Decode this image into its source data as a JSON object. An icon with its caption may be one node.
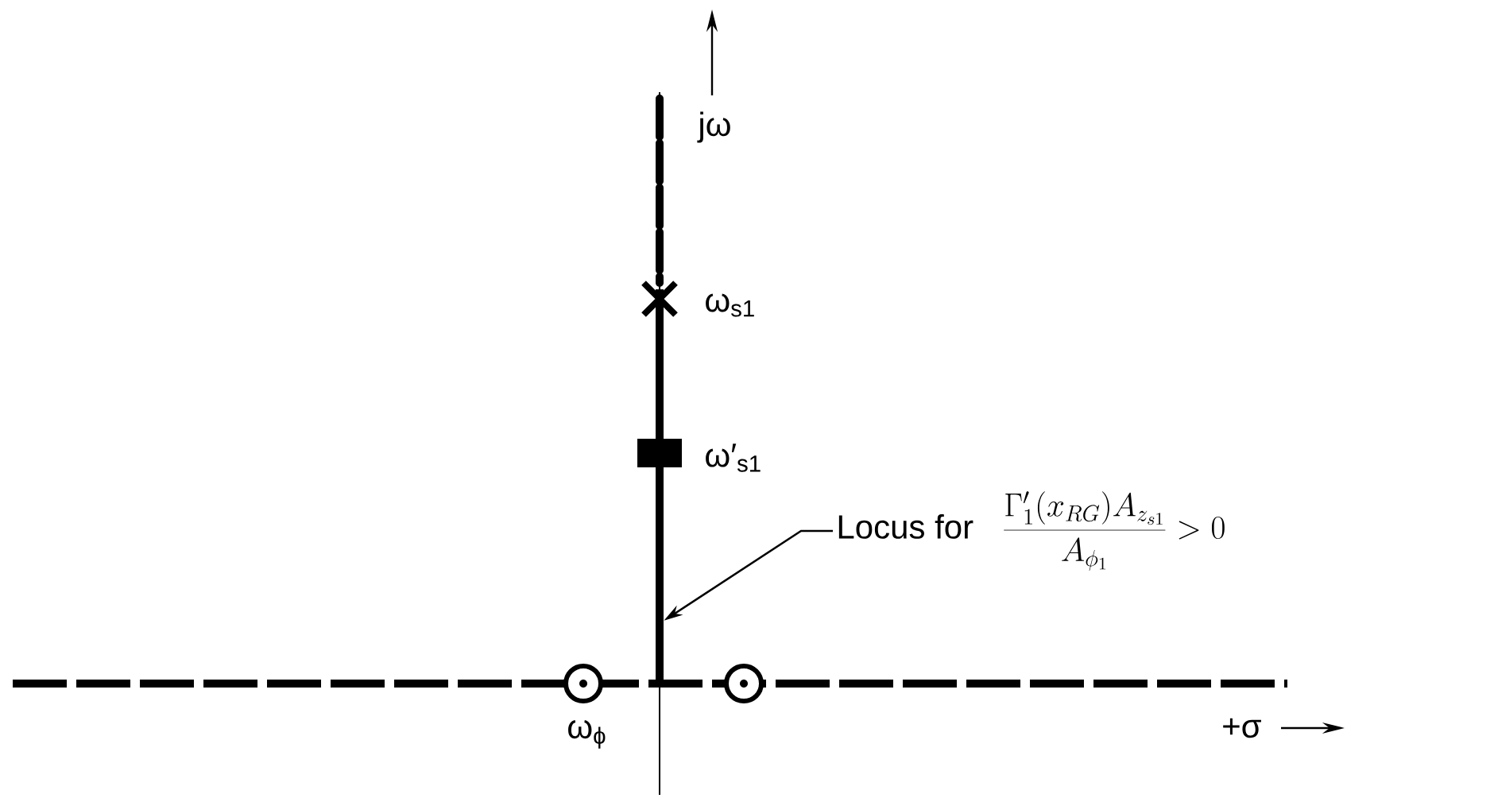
{
  "diagram": {
    "nodes": [
      {
        "text": [
          "Locus for",
          "\\frac{\\Gamma_1'(x_{RG})A_{z_{s1}}}{A_{\\phi_1}} > 0"
        ]
      },
      {
        "text": [],
        "shape": "line"
      }
    ],
    "edges": [
      {
        "from": 0,
        "to": 1,
        "arrow": "to"
      }
    ],
    "labels": [
      "jω",
      "ω$_{s1}$",
      "ω′$_{s1}$",
      "ω$_{ϕ}$",
      "+σ"
    ]
  }
}
